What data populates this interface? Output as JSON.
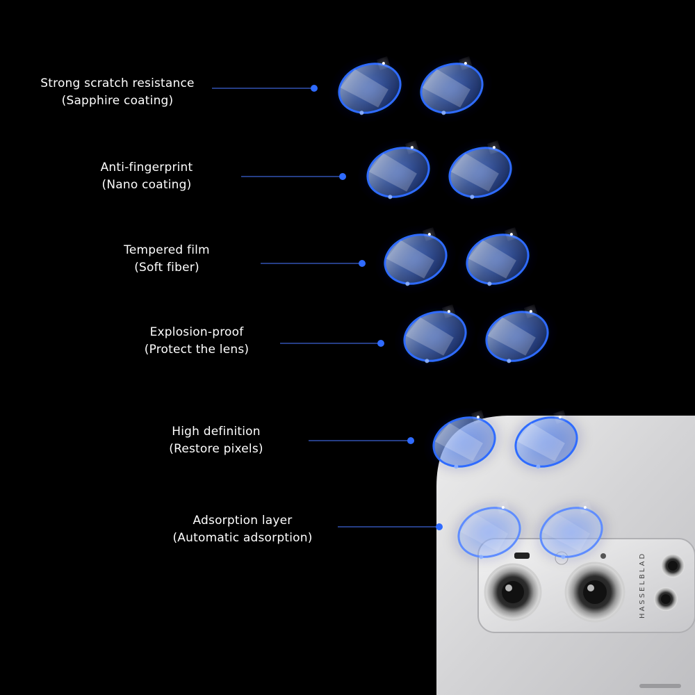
{
  "features": [
    {
      "title": "Strong scratch resistance",
      "subtitle": "(Sapphire coating)"
    },
    {
      "title": "Anti-fingerprint",
      "subtitle": "(Nano coating)"
    },
    {
      "title": "Tempered film",
      "subtitle": "(Soft fiber)"
    },
    {
      "title": "Explosion-proof",
      "subtitle": "(Protect the lens)"
    },
    {
      "title": "High definition",
      "subtitle": "(Restore pixels)"
    },
    {
      "title": "Adsorption layer",
      "subtitle": "(Automatic adsorption)"
    }
  ],
  "phone": {
    "brand": "HASSELBLAD"
  },
  "colors": {
    "background": "#000000",
    "text": "#ffffff",
    "accent": "#2f6bff",
    "leader_line": "#3d63d6",
    "phone_body": "#d8d8d8"
  }
}
